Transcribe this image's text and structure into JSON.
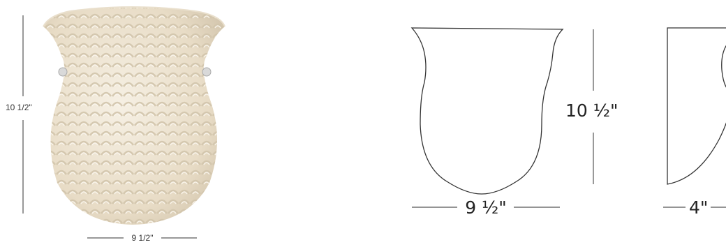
{
  "photo": {
    "height_label": "10 1/2\"",
    "width_label": "9 1/2\""
  },
  "front_view": {
    "height_label": "10 ½\"",
    "width_label": "9 ½\""
  },
  "side_view": {
    "depth_label": "4\""
  },
  "colors": {
    "glass_base": "#efe7d7",
    "glass_pattern": "#d8ccb5",
    "outline": "#333333",
    "dimension_line": "#555555"
  }
}
